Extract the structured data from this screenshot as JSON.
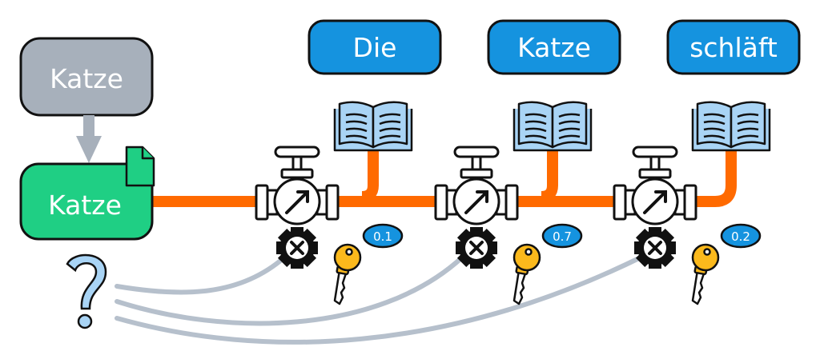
{
  "colors": {
    "word_box": "#1593df",
    "input_box": "#a7b0bb",
    "embedding_box": "#1fcf84",
    "pipe": "#ff6a00",
    "attention_line": "#b6c0cc",
    "book": "#a9d4f5",
    "key": "#fbb91c",
    "question": "#a9d4f5",
    "badge": "#1593df",
    "outline": "#111111"
  },
  "input_word": "Katze",
  "embedding_word": "Katze",
  "output_words": [
    "Die",
    "Katze",
    "schläft"
  ],
  "stages": [
    {
      "weight": "0.1"
    },
    {
      "weight": "0.7"
    },
    {
      "weight": "0.2"
    }
  ],
  "icons": {
    "document": "document-icon",
    "question": "question-mark-icon",
    "valve": "valve-icon",
    "gear": "gear-x-icon",
    "key": "key-icon",
    "book": "open-book-icon"
  }
}
